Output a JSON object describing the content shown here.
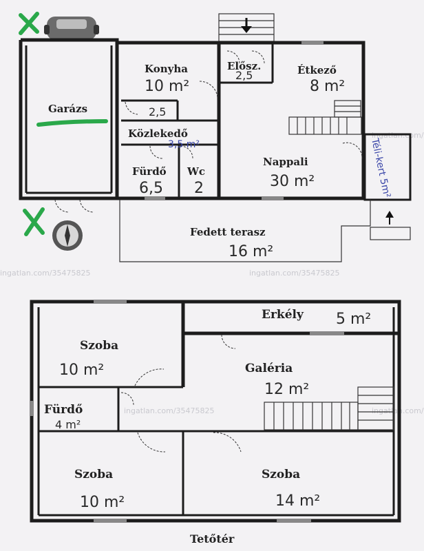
{
  "ground_floor": {
    "rooms": {
      "garazs": "Garázs",
      "konyha": "Konyha",
      "konyha_area": "10 m²",
      "elosz": "Elősz.",
      "elosz_area": "2,5",
      "etkezo": "Étkező",
      "etkezo_area": "8 m²",
      "kamra_area": "2,5",
      "kozlekedo": "Közlekedő",
      "kozlekedo_area": "3,5 m²",
      "furdo": "Fürdő",
      "furdo_area": "6,5",
      "wc": "Wc",
      "wc_area": "2",
      "nappali": "Nappali",
      "nappali_area": "30 m²",
      "telikert": "Téli-kert 5m²",
      "terasz": "Fedett terasz",
      "terasz_area": "16 m²"
    }
  },
  "upper_floor": {
    "rooms": {
      "erkely": "Erkély",
      "erkely_area": "5 m²",
      "szoba1": "Szoba",
      "szoba1_area": "10 m²",
      "galeria": "Galéria",
      "galeria_area": "12 m²",
      "furdo": "Fürdő",
      "furdo_area": "4 m²",
      "szoba2": "Szoba",
      "szoba2_area": "10 m²",
      "szoba3": "Szoba",
      "szoba3_area": "14 m²"
    },
    "caption": "Tetőtér"
  },
  "watermark": "ingatlan.com/35475825",
  "colors": {
    "wall": "#1c1c1c",
    "annotation_green": "#2aa84a",
    "annotation_blue": "#3a46a8",
    "paper": "#f3f2f4"
  },
  "icons": [
    "car-icon",
    "compass-icon",
    "cross-mark-icon",
    "entry-arrow-icon"
  ]
}
